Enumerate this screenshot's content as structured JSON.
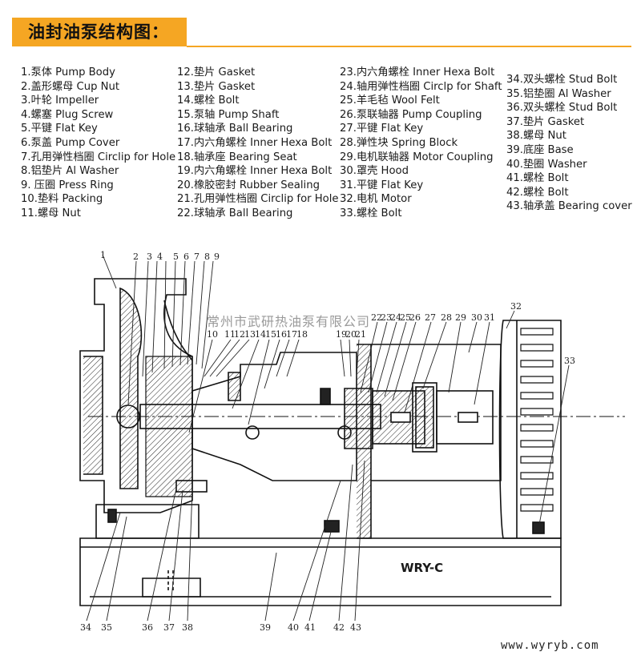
{
  "title": "油封油泵结构图：",
  "legend": {
    "col1": [
      "1.泵体 Pump Body",
      "2.盖形螺母 Cup Nut",
      "3.叶轮 Impeller",
      "4.螺塞 Plug Screw",
      "5.平键 Flat Key",
      "6.泵盖 Pump Cover",
      "7.孔用弹性档圈 Circlip for Hole",
      "8.铝垫片 Al Washer",
      "9. 压圈 Press Ring",
      "10.垫料 Packing",
      "11.螺母 Nut"
    ],
    "col2": [
      "12.垫片 Gasket",
      "13.垫片 Gasket",
      "14.螺栓 Bolt",
      "15.泵轴 Pump Shaft",
      "16.球轴承 Ball Bearing",
      "17.内六角螺栓 Inner Hexa Bolt",
      "18.轴承座 Bearing Seat",
      "19.内六角螺栓 Inner Hexa Bolt",
      "20.橡胶密封 Rubber Sealing",
      "21.孔用弹性档圈 Circlip for Hole",
      "22.球轴承 Ball Bearing"
    ],
    "col3": [
      "23.内六角螺栓 Inner Hexa Bolt",
      "24.轴用弹性档圈 Circlp for Shaft",
      "25.羊毛毡 Wool Felt",
      "26.泵联轴器 Pump Coupling",
      "27.平键 Flat Key",
      "28.弹性块 Spring Block",
      "29.电机联轴器 Motor Coupling",
      "30.罩壳 Hood",
      "31.平键 Flat Key",
      "32.电机 Motor",
      "33.螺栓 Bolt"
    ],
    "col4": [
      "34.双头螺栓 Stud Bolt",
      "35.铝垫圈 Al Washer",
      "36.双头螺栓 Stud Bolt",
      "37.垫片 Gasket",
      "38.螺母 Nut",
      "39.底座 Base",
      "40.垫圈 Washer",
      "41.螺栓 Bolt",
      "42.螺栓 Bolt",
      "43.轴承盖 Bearing cover"
    ]
  },
  "diagram": {
    "watermark": "常州市武研热油泵有限公司",
    "model": "WRY-C",
    "website": "www.wyryb.com",
    "labels_top": [
      "1",
      "2",
      "3",
      "4",
      "5",
      "6",
      "7",
      "8",
      "9"
    ],
    "labels_mid": [
      "10",
      "11",
      "12",
      "13",
      "14",
      "15",
      "16",
      "17",
      "18"
    ],
    "labels_mid2": [
      "19",
      "20",
      "21"
    ],
    "labels_upper": [
      "22",
      "23",
      "24",
      "25",
      "26",
      "27",
      "28",
      "29",
      "30",
      "31"
    ],
    "labels_right": [
      "32",
      "33"
    ],
    "labels_bottom": [
      "34",
      "35",
      "36",
      "37",
      "38",
      "39",
      "40",
      "41",
      "42",
      "43"
    ]
  }
}
